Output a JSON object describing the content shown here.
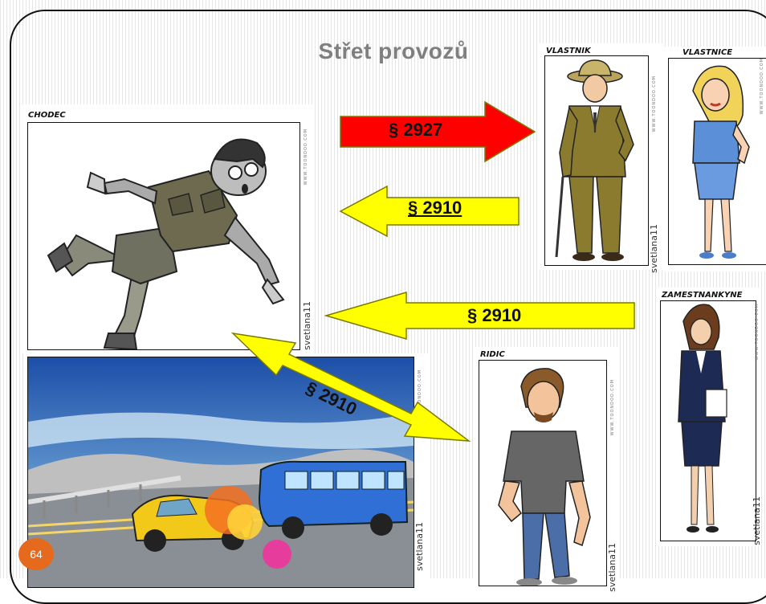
{
  "slide": {
    "title": "Střet provozů",
    "page_number": "64"
  },
  "cards": {
    "chodec": {
      "label": "CHODEC",
      "watermark": "WWW.TOONDOO.COM",
      "signature": "svetlana11"
    },
    "vlastnik": {
      "label": "VLASTNIK",
      "watermark": "WWW.TOONDOO.COM",
      "signature": "svetlana11"
    },
    "vlastnice": {
      "label": "VLASTNICE",
      "watermark": "WWW.TOONDOO.COM"
    },
    "zamestnankyne": {
      "label": "ZAMESTNANKYNE",
      "watermark": "WWW.TOONDOO.COM",
      "signature": "svetlana11"
    },
    "ridic": {
      "label": "RIDIC",
      "watermark": "WWW.TOONDOO.COM",
      "signature": "svetlana11"
    },
    "crash": {
      "watermark": "TOONDOO.COM",
      "signature": "svetlana11"
    }
  },
  "arrows": {
    "vlastnik": {
      "label": "§ 2927",
      "color": "#ff0000",
      "direction": "right"
    },
    "vlastnice": {
      "label": "§ 2910",
      "color": "#ffff00",
      "direction": "left"
    },
    "zamestnankyne": {
      "label": "§ 2910",
      "color": "#ffff00",
      "direction": "left"
    },
    "ridic": {
      "label": "§ 2910",
      "color": "#ffff00",
      "direction": "both-diagonal"
    }
  },
  "colors": {
    "title": "#7f7f7f",
    "badge": "#e56a1e",
    "red_arrow": "#ff0000",
    "yellow_arrow": "#ffff00"
  }
}
